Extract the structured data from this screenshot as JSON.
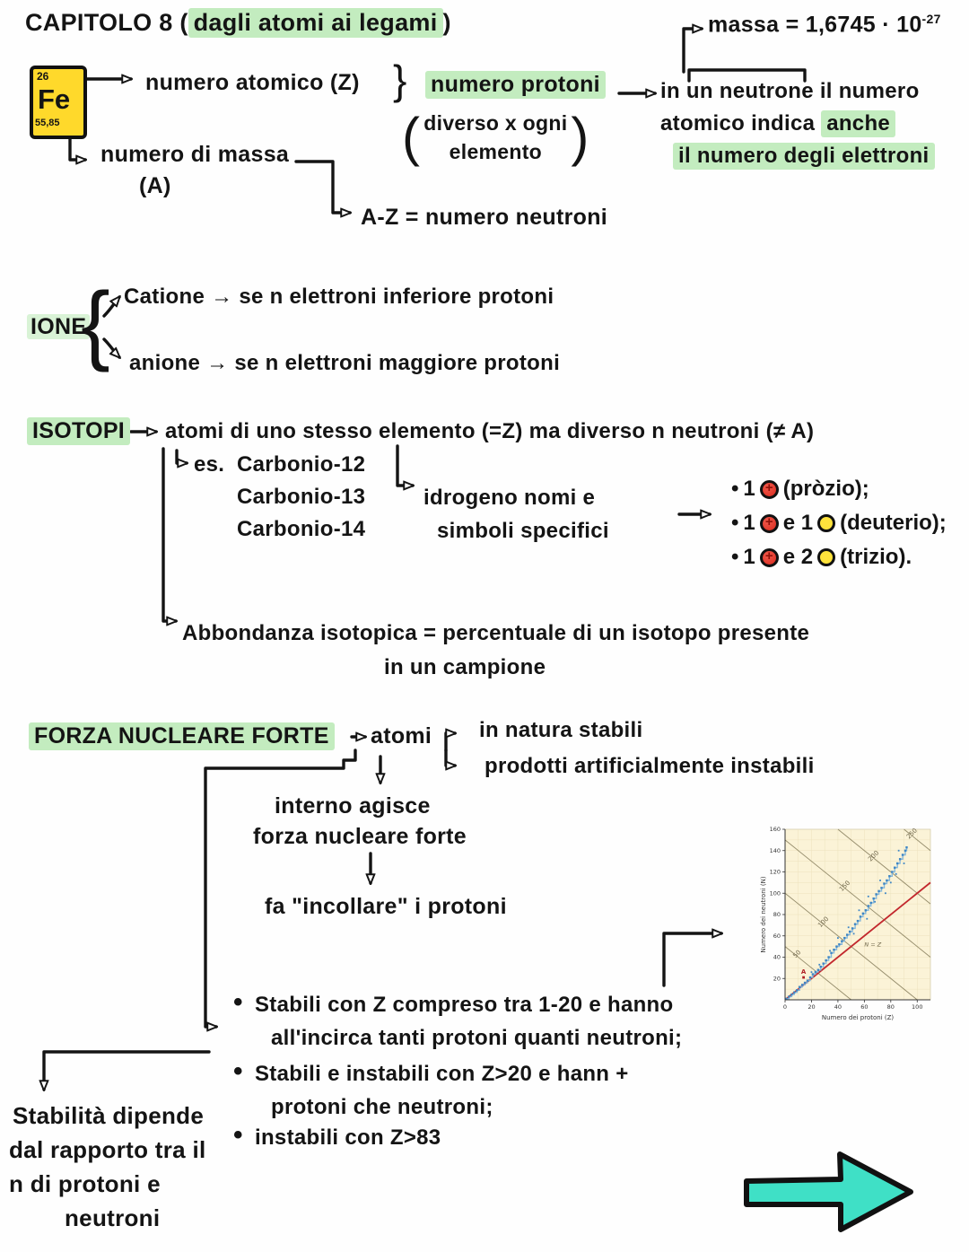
{
  "header": {
    "title_prefix": "CAPITOLO 8 (",
    "title_highlight": "dagli atomi ai legami",
    "title_suffix": ")"
  },
  "element_card": {
    "atomic_number": "26",
    "symbol": "Fe",
    "atomic_mass": "55,85"
  },
  "atom": {
    "numero_atomico": "numero atomico (Z)",
    "brace": "}",
    "numero_protoni": "numero protoni",
    "diverso_l1": "diverso x ogni",
    "diverso_l2": "elemento",
    "paren_open": "(",
    "paren_close": ")",
    "numero_massa": "numero di massa",
    "numero_massa_a": "(A)",
    "az_formula": "A-Z = numero neutroni",
    "massa_base": "massa = 1,6745 · 10",
    "massa_exp": "-27",
    "neutrone_l1": "in un neutrone il numero",
    "neutrone_l2a": "atomico indica ",
    "neutrone_l2b": "anche",
    "neutrone_l3": "il numero degli elettroni"
  },
  "ione": {
    "label": "IONE",
    "brace": "{",
    "catione": "Catione → se n elettroni inferiore protoni",
    "anione": "anione → se n elettroni maggiore protoni"
  },
  "isotopi": {
    "label": "ISOTOPI",
    "definition": "atomi di uno stesso elemento (=Z) ma diverso n neutroni (≠ A)",
    "es_prefix": "es.",
    "carbonio": [
      "Carbonio-12",
      "Carbonio-13",
      "Carbonio-14"
    ],
    "idrogeno_l1": "idrogeno nomi e",
    "idrogeno_l2": "simboli specifici",
    "particles": [
      {
        "prefix": "1",
        "mid": "",
        "name": "(pròzio);"
      },
      {
        "prefix": "1",
        "mid": "e 1",
        "name": "(deuterio);"
      },
      {
        "prefix": "1",
        "mid": "e 2",
        "name": "(trizio)."
      }
    ],
    "abbondanza_l1": "Abbondanza isotopica = percentuale di un isotopo presente",
    "abbondanza_l2": "in un campione"
  },
  "icons": {
    "proton_symbol": "+",
    "bullet": "•"
  },
  "forza": {
    "label": "FORZA NUCLEARE FORTE",
    "atomi": "atomi",
    "natura": "in natura stabili",
    "prodotti": "prodotti artificialmente instabili",
    "interno_l1": "interno agisce",
    "interno_l2": "forza nucleare forte",
    "incollare": "fa \"incollare\" i protoni",
    "bullets": [
      {
        "l1": "Stabili con Z compreso tra 1-20 e hanno",
        "l2": "all'incirca tanti protoni quanti neutroni;"
      },
      {
        "l1": "Stabili e instabili con Z>20 e hann +",
        "l2": "protoni che neutroni;"
      },
      {
        "l1": "instabili con Z>83",
        "l2": ""
      }
    ]
  },
  "stabilita": {
    "l1": "Stabilità dipende",
    "l2": "dal rapporto tra il",
    "l3": "n di protoni e",
    "l4": "neutroni"
  },
  "colors": {
    "highlight_green": "#c3ecbf",
    "card_yellow": "#ffd92b",
    "proton_red": "#dd2f23",
    "neutron_yellow": "#ffe33c",
    "big_arrow_cyan": "#3fe0c6",
    "ink": "#141414"
  },
  "chart_data": {
    "type": "scatter",
    "xlabel": "Numero dei protoni (Z)",
    "ylabel": "Numero dei neutroni (N)",
    "xlim": [
      0,
      110
    ],
    "ylim": [
      0,
      160
    ],
    "xticks": [
      0,
      20,
      40,
      60,
      80,
      100
    ],
    "yticks": [
      20,
      40,
      60,
      80,
      100,
      120,
      140,
      160
    ],
    "background": "#fbf3d7",
    "grid": true,
    "mass_number_lines": {
      "values": [
        50,
        100,
        150,
        200,
        250
      ],
      "note": "N + Z = A"
    },
    "nz_line": {
      "label": "N = Z",
      "color": "#c2272d"
    },
    "stability_band": {
      "color": "#3e86c5",
      "points": [
        [
          1,
          1
        ],
        [
          3,
          3
        ],
        [
          5,
          5
        ],
        [
          7,
          7
        ],
        [
          9,
          9
        ],
        [
          11,
          12
        ],
        [
          13,
          14
        ],
        [
          15,
          16
        ],
        [
          17,
          18
        ],
        [
          19,
          21
        ],
        [
          21,
          24
        ],
        [
          23,
          26
        ],
        [
          25,
          28
        ],
        [
          27,
          31
        ],
        [
          29,
          34
        ],
        [
          31,
          37
        ],
        [
          33,
          40
        ],
        [
          35,
          44
        ],
        [
          37,
          47
        ],
        [
          39,
          50
        ],
        [
          41,
          52
        ],
        [
          43,
          55
        ],
        [
          45,
          58
        ],
        [
          47,
          61
        ],
        [
          49,
          64
        ],
        [
          51,
          67
        ],
        [
          53,
          71
        ],
        [
          55,
          74
        ],
        [
          57,
          78
        ],
        [
          59,
          81
        ],
        [
          61,
          84
        ],
        [
          63,
          88
        ],
        [
          65,
          91
        ],
        [
          67,
          95
        ],
        [
          69,
          99
        ],
        [
          71,
          102
        ],
        [
          73,
          105
        ],
        [
          75,
          109
        ],
        [
          77,
          112
        ],
        [
          79,
          116
        ],
        [
          81,
          120
        ],
        [
          83,
          124
        ],
        [
          85,
          128
        ],
        [
          87,
          132
        ],
        [
          89,
          136
        ],
        [
          91,
          140
        ],
        [
          92,
          143
        ]
      ]
    },
    "scatter_extra": [
      [
        20,
        26
      ],
      [
        26,
        33
      ],
      [
        34,
        46
      ],
      [
        40,
        58
      ],
      [
        48,
        68
      ],
      [
        56,
        84
      ],
      [
        63,
        97
      ],
      [
        68,
        92
      ],
      [
        72,
        112
      ],
      [
        76,
        100
      ],
      [
        80,
        110
      ],
      [
        84,
        118
      ],
      [
        86,
        140
      ],
      [
        90,
        128
      ],
      [
        62,
        76
      ],
      [
        52,
        62
      ]
    ],
    "annotation": {
      "label": "A",
      "x": 14,
      "y": 21,
      "color": "#b01f24"
    }
  }
}
